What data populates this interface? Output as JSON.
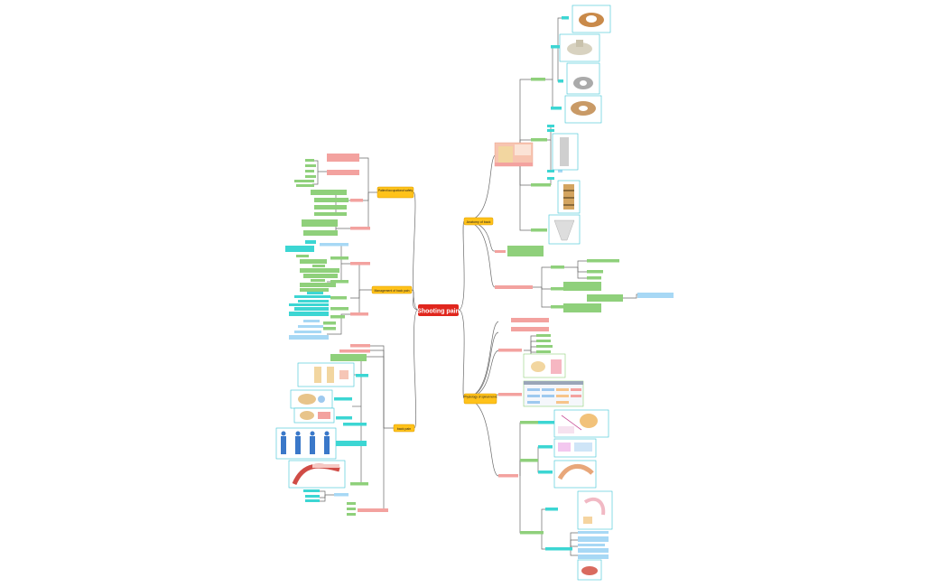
{
  "center": {
    "label": "Shooting pain"
  },
  "main_topics": {
    "anatomy": {
      "label": "Anatomy of back"
    },
    "physiology": {
      "label": "Physiology of spinal nerve"
    },
    "patient_safety": {
      "label": "Patient/occupational safety"
    },
    "management": {
      "label": "Management of back pain"
    },
    "back_pain": {
      "label": "back pain"
    }
  },
  "colors": {
    "center": "#e0261d",
    "main_topic": "#ffc21a",
    "main_topic_border": "#d99a00",
    "green_node": "#8fd07b",
    "pink_node": "#f3a29f",
    "cyan_node": "#3cd6d3",
    "light_blue_node": "#a7d8f5",
    "line": "#6b6b6b",
    "image_frame": "#3cc3d6"
  }
}
